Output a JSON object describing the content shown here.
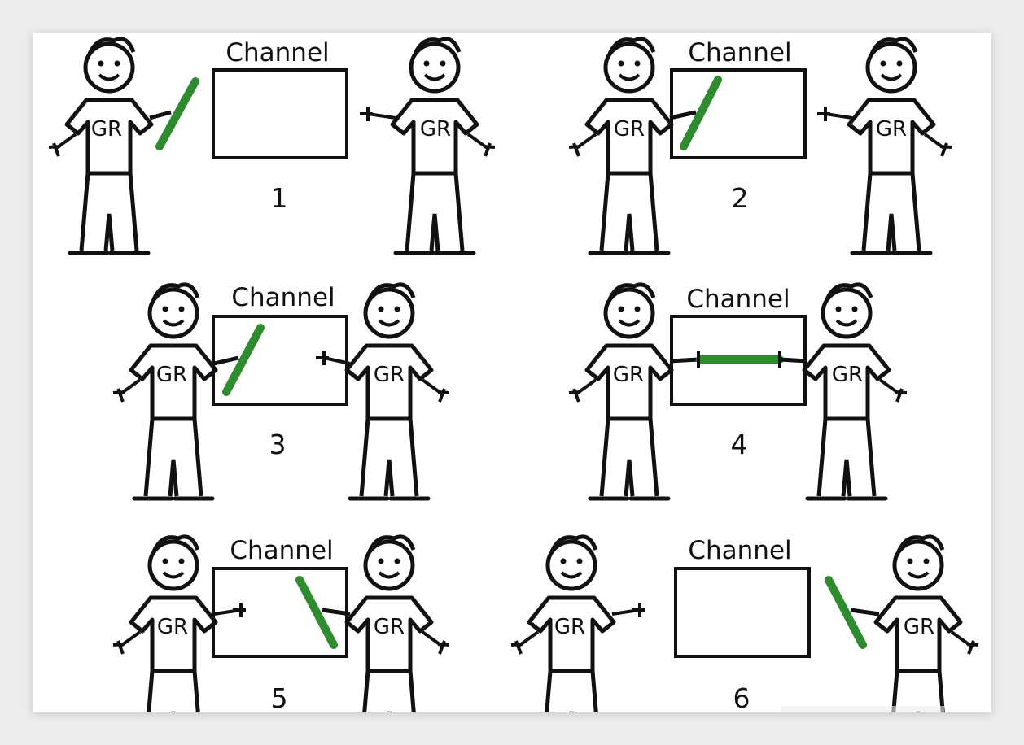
{
  "diagram": {
    "shirt_label": "GR",
    "colors": {
      "stroke": "#111111",
      "rod": "#2e8b2e",
      "background": "#ffffff"
    },
    "panels": [
      {
        "number": "1",
        "channel_label": "Channel",
        "rod_state": "held by left person, outside channel"
      },
      {
        "number": "2",
        "channel_label": "Channel",
        "rod_state": "left person inserts rod into channel"
      },
      {
        "number": "3",
        "channel_label": "Channel",
        "rod_state": "rod inside channel, right person reaching in"
      },
      {
        "number": "4",
        "channel_label": "Channel",
        "rod_state": "rod held by both people across channel"
      },
      {
        "number": "5",
        "channel_label": "Channel",
        "rod_state": "rod passed to right person inside channel"
      },
      {
        "number": "6",
        "channel_label": "Channel",
        "rod_state": "held by right person, outside channel"
      }
    ]
  }
}
